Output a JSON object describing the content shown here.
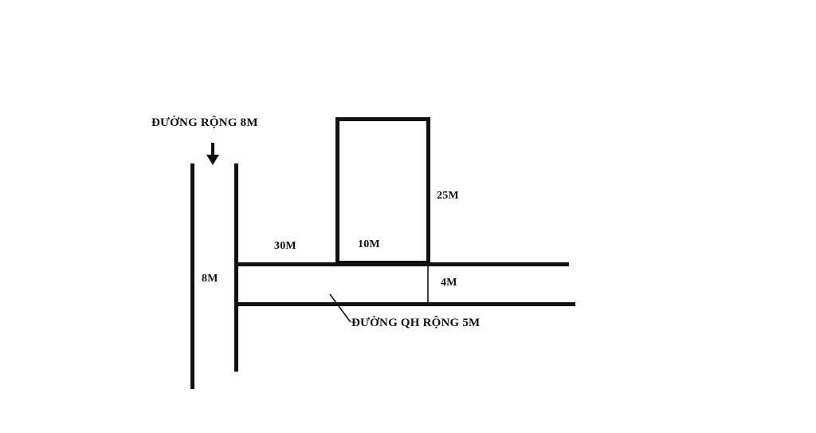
{
  "diagram": {
    "title": "ĐƯỜNG RỘNG 8M",
    "type": "land-plot-survey-sketch",
    "stroke_color": "#111111",
    "background_color": "#ffffff",
    "labels": {
      "road_top": "ĐƯỜNG RỘNG 8M",
      "road_width_8m": "8M",
      "frontage_30m": "30M",
      "plot_width_10m": "10M",
      "plot_depth_25m": "25M",
      "segment_4m": "4M",
      "road_planned": "ĐƯỜNG QH RỘNG 5M"
    },
    "measurements": [
      {
        "name": "main-road-width",
        "value": "8M"
      },
      {
        "name": "frontage-left",
        "value": "30M"
      },
      {
        "name": "plot-frontage",
        "value": "10M"
      },
      {
        "name": "plot-depth",
        "value": "25M"
      },
      {
        "name": "frontage-right",
        "value": "4M"
      },
      {
        "name": "planned-road-width",
        "value": "5M"
      }
    ]
  }
}
